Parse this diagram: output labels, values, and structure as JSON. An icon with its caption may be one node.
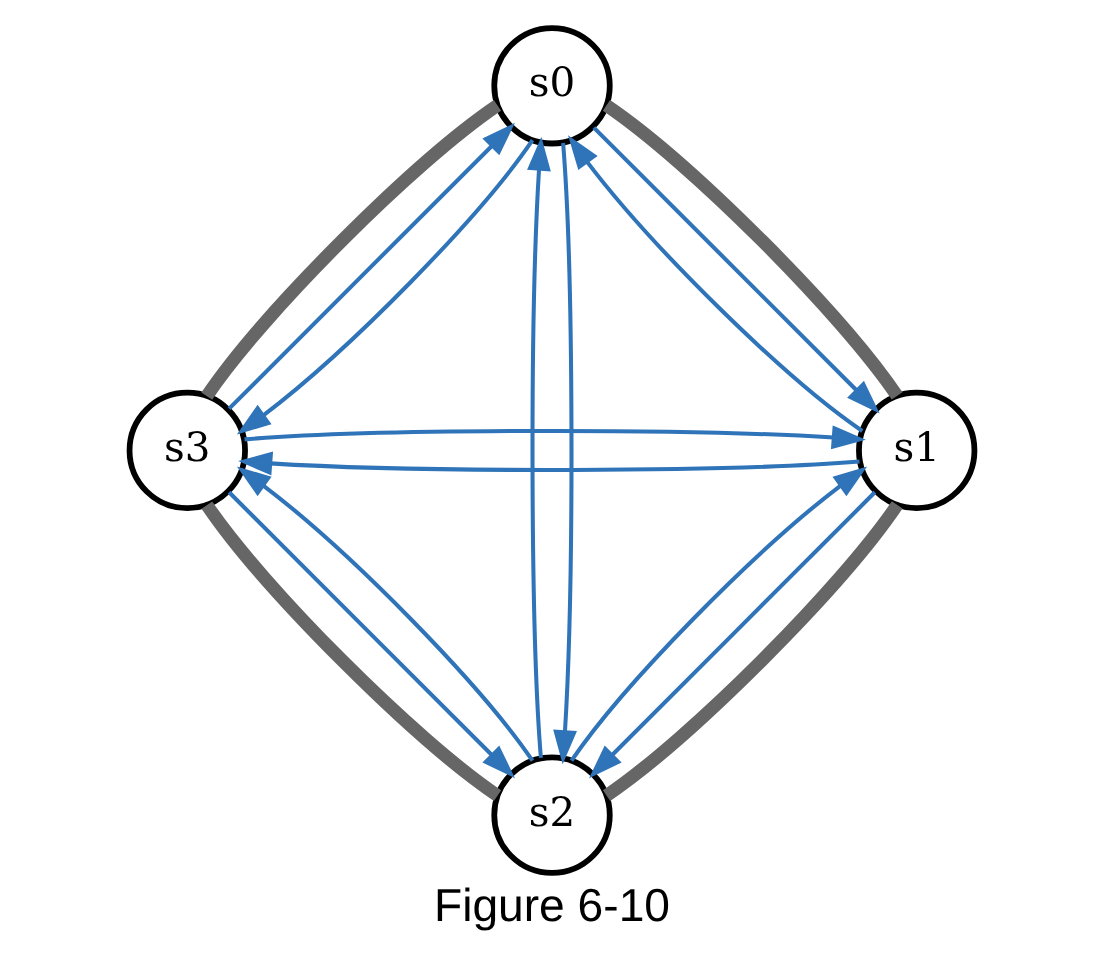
{
  "diagram": {
    "caption": "Figure 6-10",
    "nodes": [
      {
        "text": [
          "s0"
        ]
      },
      {
        "text": [
          "s1"
        ]
      },
      {
        "text": [
          "s2"
        ]
      },
      {
        "text": [
          "s3"
        ]
      }
    ],
    "edges": [
      {
        "from": 0,
        "to": 1,
        "arrow": "none",
        "style": "thick",
        "color": "#666666"
      },
      {
        "from": 1,
        "to": 2,
        "arrow": "none",
        "style": "thick",
        "color": "#666666"
      },
      {
        "from": 2,
        "to": 3,
        "arrow": "none",
        "style": "thick",
        "color": "#666666"
      },
      {
        "from": 3,
        "to": 0,
        "arrow": "none",
        "style": "thick",
        "color": "#666666"
      },
      {
        "from": 0,
        "to": 3,
        "arrow": "to"
      },
      {
        "from": 3,
        "to": 0,
        "arrow": "to"
      },
      {
        "from": 0,
        "to": 2,
        "arrow": "to"
      },
      {
        "from": 2,
        "to": 0,
        "arrow": "to"
      },
      {
        "from": 0,
        "to": 1,
        "arrow": "to"
      },
      {
        "from": 1,
        "to": 0,
        "arrow": "to"
      },
      {
        "from": 1,
        "to": 3,
        "arrow": "to"
      },
      {
        "from": 3,
        "to": 1,
        "arrow": "to"
      },
      {
        "from": 3,
        "to": 2,
        "arrow": "to"
      },
      {
        "from": 2,
        "to": 3,
        "arrow": "to"
      },
      {
        "from": 2,
        "to": 1,
        "arrow": "to"
      },
      {
        "from": 1,
        "to": 2,
        "arrow": "to"
      }
    ]
  }
}
